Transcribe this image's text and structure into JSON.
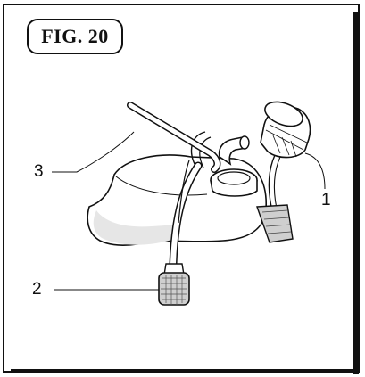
{
  "figure": {
    "label": "FIG. 20"
  },
  "callouts": [
    {
      "id": "1",
      "text": "1"
    },
    {
      "id": "2",
      "text": "2"
    },
    {
      "id": "3",
      "text": "3"
    }
  ],
  "colors": {
    "line": "#111111",
    "fill": "#ffffff",
    "shade": "#cfcfcf"
  }
}
